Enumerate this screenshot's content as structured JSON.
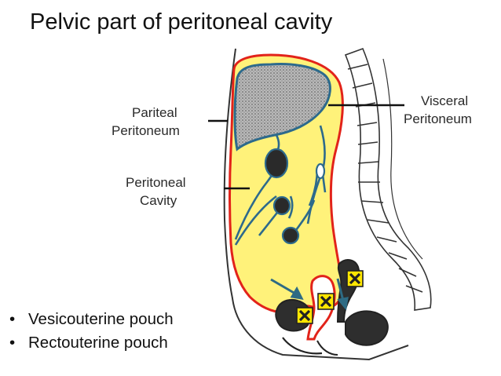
{
  "slide": {
    "title": "Pelvic part of peritoneal cavity",
    "bullets": [
      "Vesicouterine pouch",
      "Rectouterine pouch"
    ]
  },
  "diagram": {
    "labels": {
      "pariteal_peritoneum": [
        "Pariteal",
        "Peritoneum"
      ],
      "peritoneal_cavity": [
        "Peritoneal",
        "Cavity"
      ],
      "visceral_peritoneum": [
        "Visceral",
        "Peritoneum"
      ]
    },
    "markers": {
      "pouch_marker_count": 3
    },
    "colors": {
      "cavity_fill": "#fff27a",
      "parietal_line": "#e2231a",
      "visceral_line": "#2d6a8c",
      "pouch_marker": "#ffe600",
      "arrow": "#2e6b84"
    }
  }
}
